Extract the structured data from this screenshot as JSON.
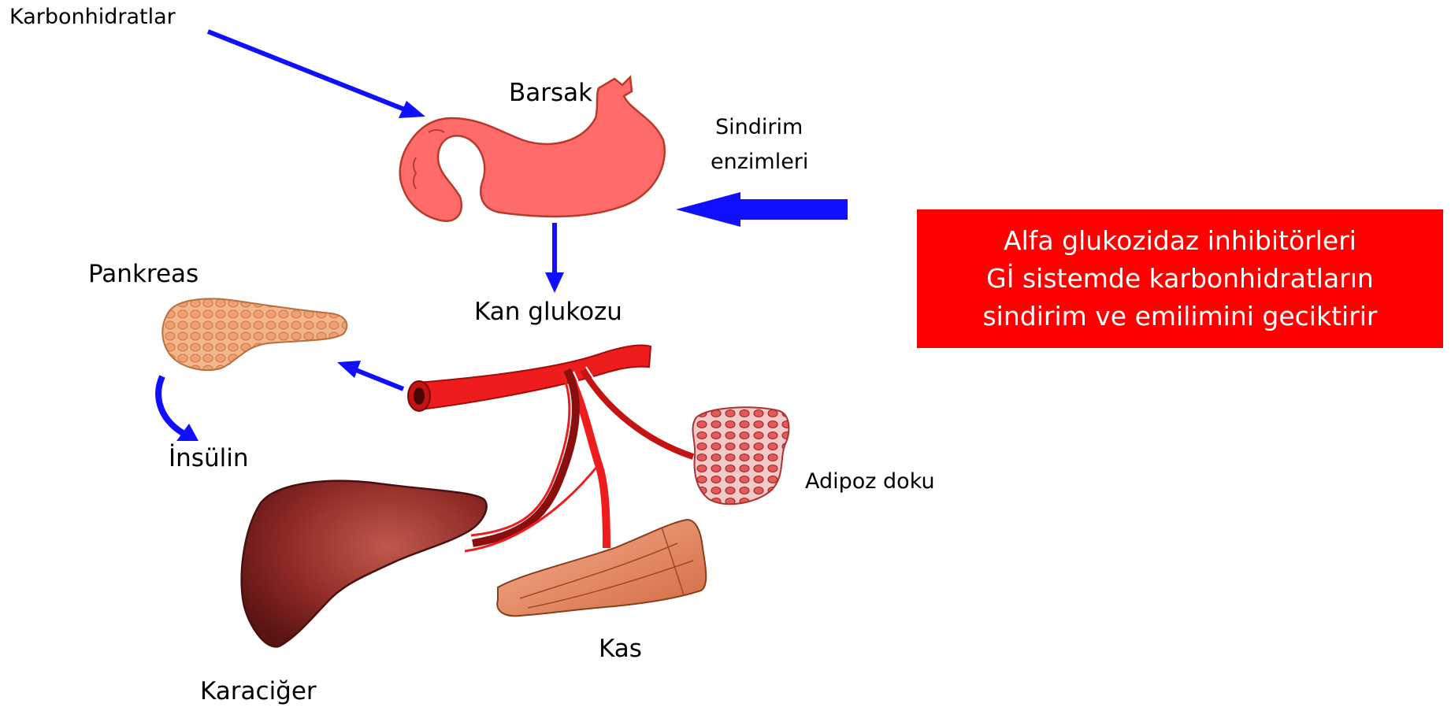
{
  "labels": {
    "carbs": "Karbonhidratlar",
    "intestine": "Barsak",
    "enzymes_line1": "Sindirim",
    "enzymes_line2": "enzimleri",
    "pancreas": "Pankreas",
    "blood_glucose": "Kan glukozu",
    "insulin": "İnsülin",
    "adipose": "Adipoz doku",
    "liver": "Karaciğer",
    "muscle": "Kas"
  },
  "callout": {
    "line1": "Alfa glukozidaz inhibitörleri",
    "line2": "Gİ sistemde karbonhidratların",
    "line3": "sindirim ve emilimini geciktirir"
  },
  "colors": {
    "arrow": "#1010ff",
    "callout_bg": "#ff0000",
    "callout_text": "#ffffff",
    "stomach": "#ff6b6b",
    "vessel": "#ee1c1c",
    "liver": "#8e2a26",
    "muscle": "#e8865e",
    "pancreas": "#f0a57a"
  }
}
